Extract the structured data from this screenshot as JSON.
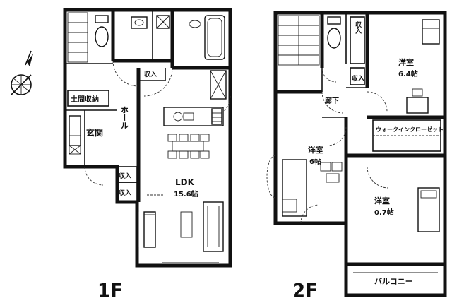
{
  "floor1": {
    "label": "1F",
    "rooms": {
      "ldk": "LDK",
      "ldk_size": "15.6帖",
      "storage_in": "収入",
      "storage_in2": "収入",
      "storage_in3": "収入",
      "shoe_storage": "土間収納",
      "hall": "ホール",
      "entrance": "玄関"
    }
  },
  "floor2": {
    "label": "2F",
    "rooms": {
      "western_a": "洋室",
      "western_a_size": "6.4帖",
      "western_b": "洋室",
      "western_b_size": "6帖",
      "western_c": "洋室",
      "western_c_size": "0.7帖",
      "storage_in": "収入",
      "hallway": "廊下",
      "walkin_closet": "ウォークインクローゼット",
      "balcony": "バルコニー",
      "storage_v": "収入"
    }
  },
  "compass": {
    "icon": "compass-north-icon"
  }
}
